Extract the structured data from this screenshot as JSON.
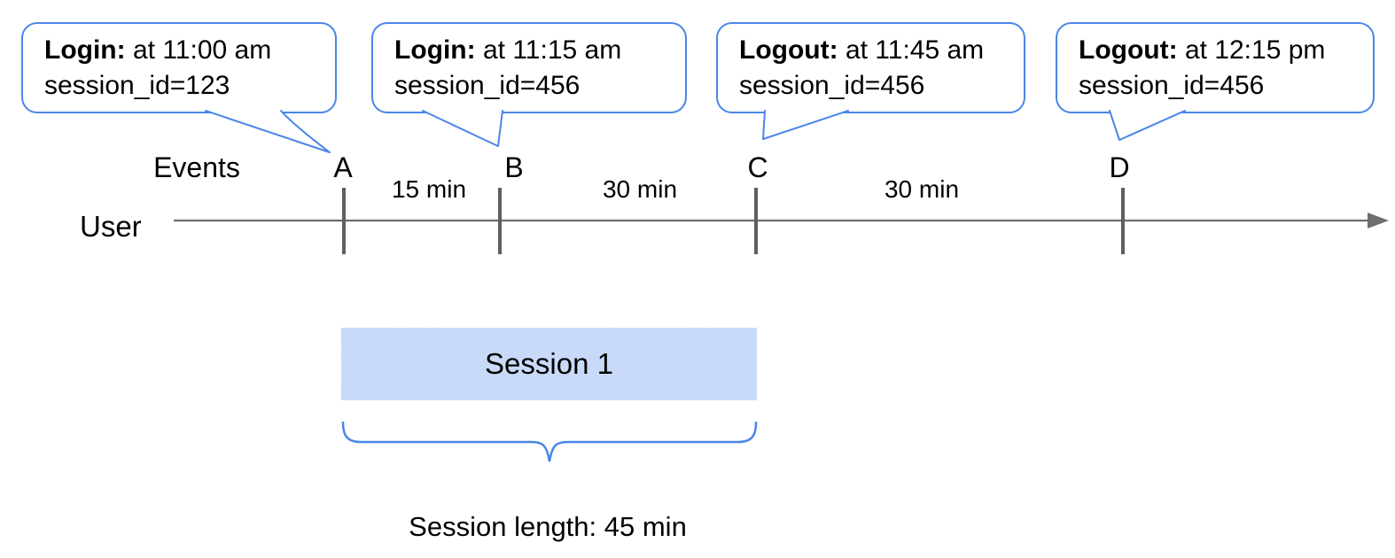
{
  "colors": {
    "accent_blue": "#4a86e8",
    "session_fill": "#c9daf8",
    "axis_gray": "#6e6e6e",
    "tick_gray": "#5f5f5f",
    "text": "#000000"
  },
  "callouts": [
    {
      "event": "A",
      "title": "Login:",
      "time": "at 11:00 am",
      "detail": "session_id=123"
    },
    {
      "event": "B",
      "title": "Login:",
      "time": "at 11:15 am",
      "detail": "session_id=456"
    },
    {
      "event": "C",
      "title": "Logout:",
      "time": "at 11:45 am",
      "detail": "session_id=456"
    },
    {
      "event": "D",
      "title": "Logout:",
      "time": "at 12:15 pm",
      "detail": "session_id=456"
    }
  ],
  "timeline": {
    "events_label": "Events",
    "axis_label": "User",
    "event_marks": [
      "A",
      "B",
      "C",
      "D"
    ],
    "intervals": [
      "15 min",
      "30 min",
      "30 min"
    ]
  },
  "session": {
    "box_label": "Session 1",
    "length_label": "Session length: 45 min"
  }
}
